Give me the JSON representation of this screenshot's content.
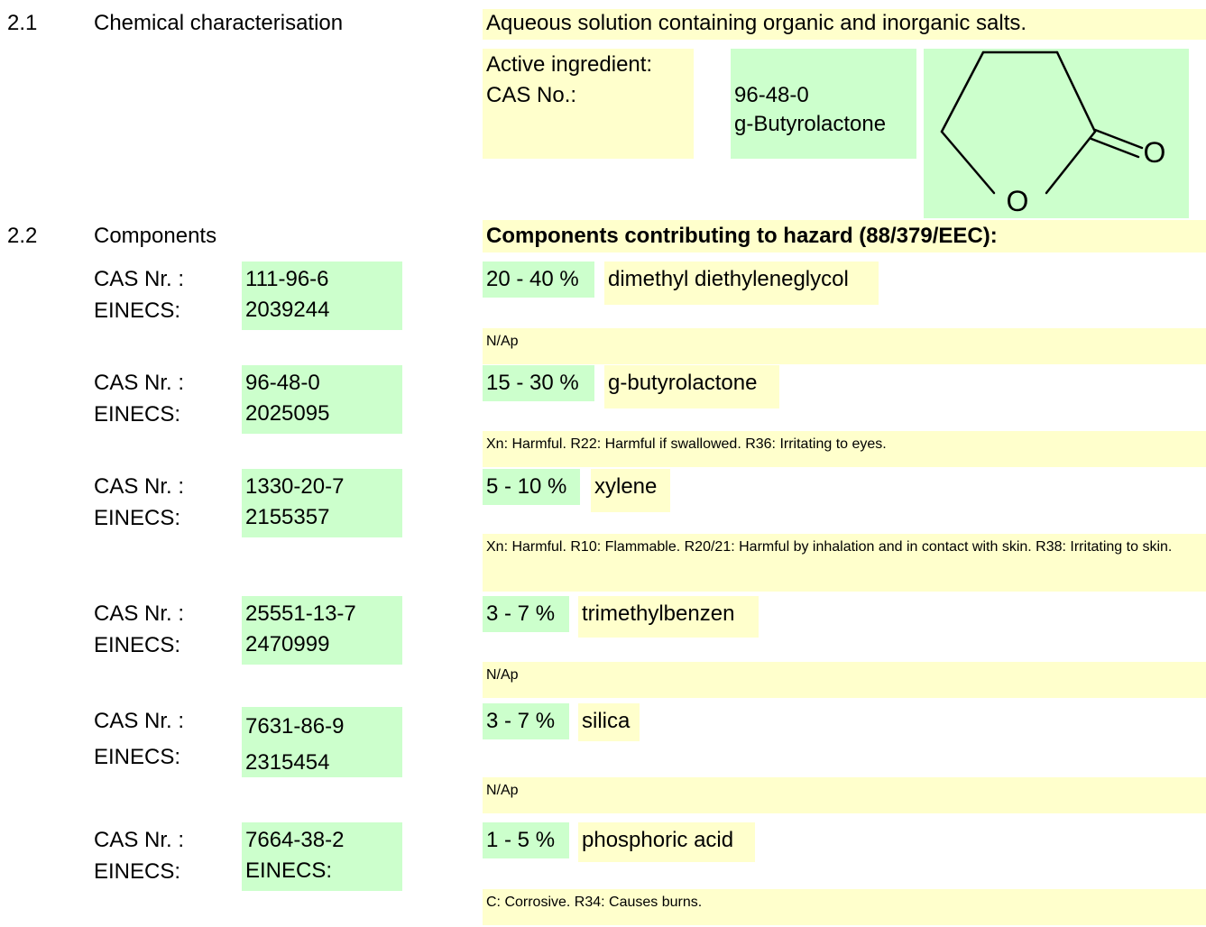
{
  "section_2_1": {
    "number": "2.1",
    "title": "Chemical characterisation",
    "description": "Aqueous solution containing organic and inorganic salts.",
    "active_ingredient_label": "Active ingredient:",
    "cas_label": "CAS No.:",
    "cas_value": "96-48-0",
    "ingredient_name": "g-Butyrolactone",
    "structure_atoms": [
      "O",
      "O"
    ]
  },
  "section_2_2": {
    "number": "2.2",
    "title": "Components",
    "hazard_heading": "Components contributing to hazard (88/379/EEC):",
    "cas_label": "CAS Nr. :",
    "einecs_label": "EINECS:",
    "components": [
      {
        "cas": "111-96-6",
        "einecs": "2039244",
        "percent": "20 - 40 %",
        "name": "dimethyl diethyleneglycol",
        "classification": "N/Ap"
      },
      {
        "cas": "96-48-0",
        "einecs": "2025095",
        "percent": "15 - 30 %",
        "name": "g-butyrolactone",
        "classification": "Xn: Harmful. R22: Harmful if swallowed. R36: Irritating to eyes."
      },
      {
        "cas": "1330-20-7",
        "einecs": "2155357",
        "percent": "5 - 10 %",
        "name": "xylene",
        "classification": "Xn: Harmful. R10: Flammable. R20/21: Harmful by inhalation and in contact with skin. R38: Irritating to skin."
      },
      {
        "cas": "25551-13-7",
        "einecs": "2470999",
        "percent": "3 - 7 %",
        "name": "trimethylbenzen",
        "classification": "N/Ap"
      },
      {
        "cas": "7631-86-9",
        "einecs": "2315454",
        "percent": "3 - 7 %",
        "name": "silica",
        "classification": "N/Ap"
      },
      {
        "cas": "7664-38-2",
        "einecs": "EINECS:",
        "percent": "1 - 5 %",
        "name": "phosphoric acid",
        "classification": "C: Corrosive. R34: Causes burns."
      }
    ]
  }
}
